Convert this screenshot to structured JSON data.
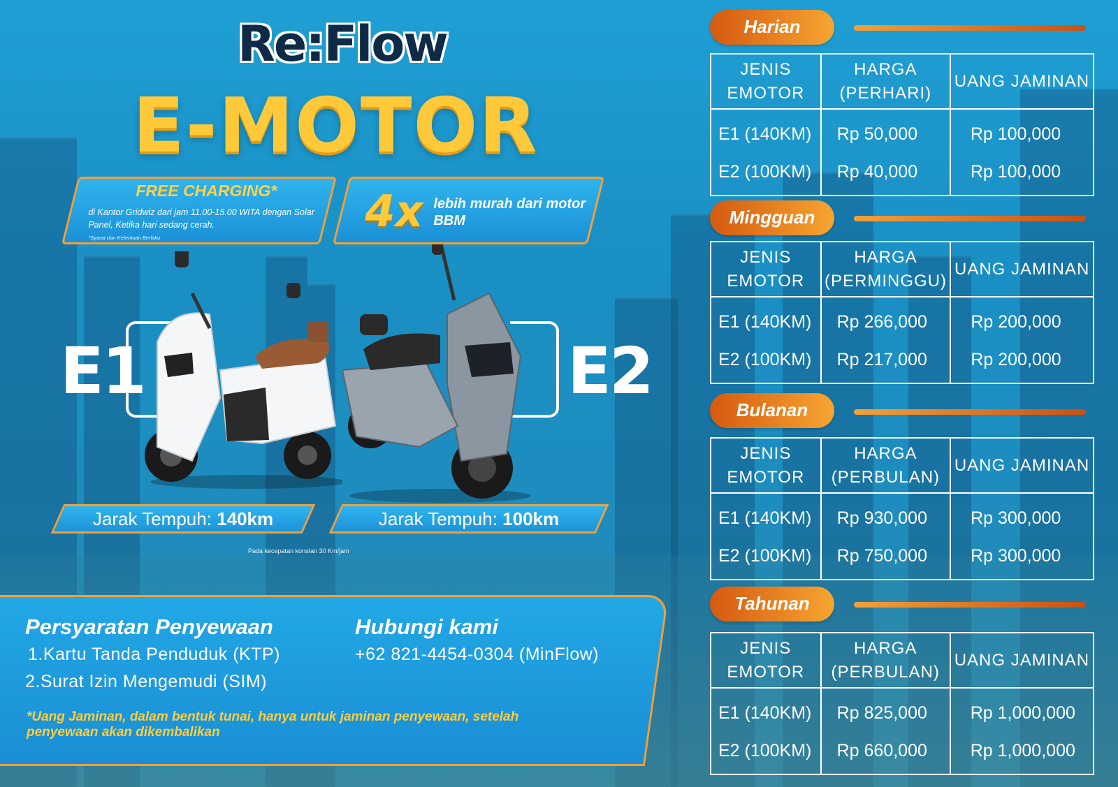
{
  "brand": {
    "logo_left": "Re",
    "logo_colon": ":",
    "logo_right": "Flow",
    "title": "E-MOTOR"
  },
  "promos": {
    "free_title": "FREE CHARGING*",
    "free_text": "di Kantor Gridwiz dari jam 11.00-15.00 WITA dengan Solar Panel, Ketika hari sedang cerah.",
    "free_small": "*Syarat dan Ketentuan Berlaku",
    "cheaper_big": "4x",
    "cheaper_text": "lebih murah dari motor BBM"
  },
  "models": [
    {
      "label": "E1",
      "range_prefix": "Jarak Tempuh: ",
      "range_value": "140km"
    },
    {
      "label": "E2",
      "range_prefix": "Jarak Tempuh: ",
      "range_value": "100km"
    }
  ],
  "speed_note": "Pada kecepatan konstan 30 Km/jam",
  "requirements": {
    "title": "Persyaratan Penyewaan",
    "items": [
      "1.Kartu Tanda Penduduk (KTP)",
      "2.Surat Izin Mengemudi (SIM)"
    ]
  },
  "contact": {
    "title": "Hubungi kami",
    "phone": "+62 821-4454-0304 (MinFlow)"
  },
  "deposit_note": "*Uang Jaminan, dalam bentuk tunai, hanya untuk jaminan penyewaan, setelah penyewaan akan dikembalikan",
  "tables": [
    {
      "section": "Harian",
      "headers": [
        "JENIS EMOTOR",
        "HARGA (PERHARI)",
        "UANG JAMINAN"
      ],
      "rows": [
        [
          "E1 (140KM)",
          "Rp 50,000",
          "Rp 100,000"
        ],
        [
          "E2 (100KM)",
          "Rp 40,000",
          "Rp 100,000"
        ]
      ]
    },
    {
      "section": "Mingguan",
      "headers": [
        "JENIS EMOTOR",
        "HARGA (PERMINGGU)",
        "UANG JAMINAN"
      ],
      "rows": [
        [
          "E1 (140KM)",
          "Rp 266,000",
          "Rp 200,000"
        ],
        [
          "E2 (100KM)",
          "Rp 217,000",
          "Rp 200,000"
        ]
      ]
    },
    {
      "section": "Bulanan",
      "headers": [
        "JENIS EMOTOR",
        "HARGA (PERBULAN)",
        "UANG JAMINAN"
      ],
      "rows": [
        [
          "E1 (140KM)",
          "Rp 930,000",
          "Rp 300,000"
        ],
        [
          "E2 (100KM)",
          "Rp 750,000",
          "Rp 300,000"
        ]
      ]
    },
    {
      "section": "Tahunan",
      "headers": [
        "JENIS EMOTOR",
        "HARGA (PERBULAN)",
        "UANG JAMINAN"
      ],
      "rows": [
        [
          "E1 (140KM)",
          "Rp 825,000",
          "Rp 1,000,000"
        ],
        [
          "E2 (100KM)",
          "Rp 660,000",
          "Rp 1,000,000"
        ]
      ]
    }
  ],
  "colors": {
    "accent_orange": "#f2a03a",
    "title_yellow": "#ffc93a",
    "brand_navy": "#0f2a47",
    "bg_blue": "#1f9fd4"
  }
}
